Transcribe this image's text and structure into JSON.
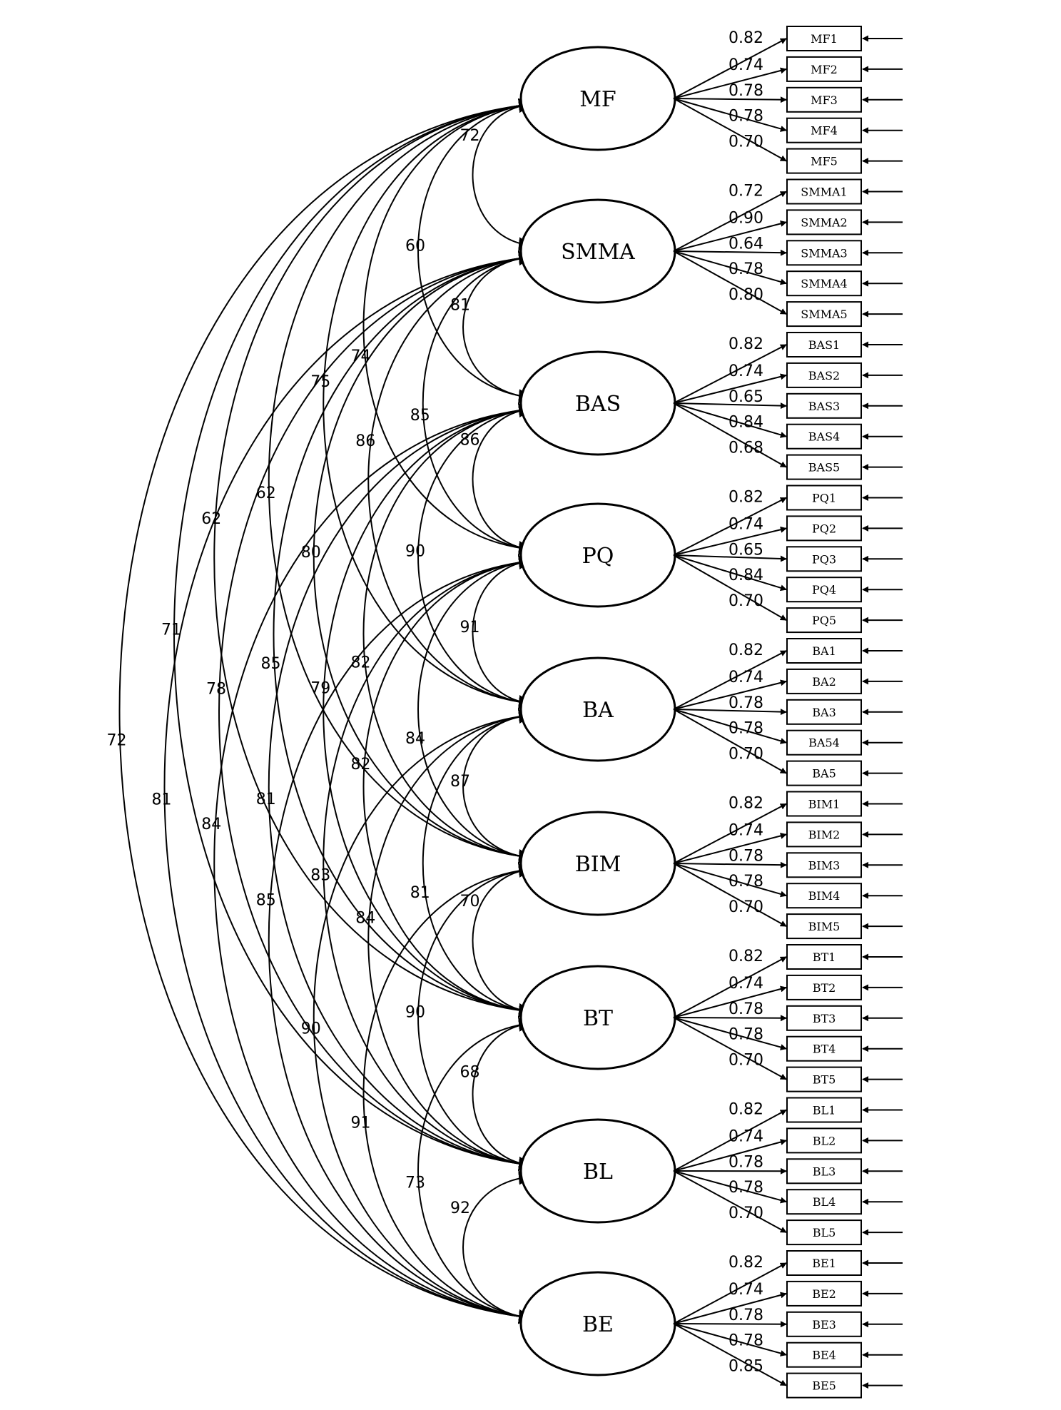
{
  "latents": [
    {
      "name": "MF",
      "indicators": [
        "MF1",
        "MF2",
        "MF3",
        "MF4",
        "MF5"
      ],
      "loadings": [
        "0.82",
        "0.74",
        "0.78",
        "0.78",
        "0.70"
      ]
    },
    {
      "name": "SMMA",
      "indicators": [
        "SMMA1",
        "SMMA2",
        "SMMA3",
        "SMMA4",
        "SMMA5"
      ],
      "loadings": [
        "0.72",
        "0.90",
        "0.64",
        "0.78",
        "0.80"
      ]
    },
    {
      "name": "BAS",
      "indicators": [
        "BAS1",
        "BAS2",
        "BAS3",
        "BAS4",
        "BAS5"
      ],
      "loadings": [
        "0.82",
        "0.74",
        "0.65",
        "0.84",
        "0.68"
      ]
    },
    {
      "name": "PQ",
      "indicators": [
        "PQ1",
        "PQ2",
        "PQ3",
        "PQ4",
        "PQ5"
      ],
      "loadings": [
        "0.82",
        "0.74",
        "0.65",
        "0.84",
        "0.70"
      ]
    },
    {
      "name": "BA",
      "indicators": [
        "BA1",
        "BA2",
        "BA3",
        "BA54",
        "BA5"
      ],
      "loadings": [
        "0.82",
        "0.74",
        "0.78",
        "0.78",
        "0.70"
      ]
    },
    {
      "name": "BIM",
      "indicators": [
        "BIM1",
        "BIM2",
        "BIM3",
        "BIM4",
        "BIM5"
      ],
      "loadings": [
        "0.82",
        "0.74",
        "0.78",
        "0.78",
        "0.70"
      ]
    },
    {
      "name": "BT",
      "indicators": [
        "BT1",
        "BT2",
        "BT3",
        "BT4",
        "BT5"
      ],
      "loadings": [
        "0.82",
        "0.74",
        "0.78",
        "0.78",
        "0.70"
      ]
    },
    {
      "name": "BL",
      "indicators": [
        "BL1",
        "BL2",
        "BL3",
        "BL4",
        "BL5"
      ],
      "loadings": [
        "0.82",
        "0.74",
        "0.78",
        "0.78",
        "0.70"
      ]
    },
    {
      "name": "BE",
      "indicators": [
        "BE1",
        "BE2",
        "BE3",
        "BE4",
        "BE5"
      ],
      "loadings": [
        "0.82",
        "0.74",
        "0.78",
        "0.78",
        "0.85"
      ]
    }
  ],
  "correlations": [
    {
      "from": "MF",
      "to": "SMMA",
      "value": "72"
    },
    {
      "from": "MF",
      "to": "BAS",
      "value": "60"
    },
    {
      "from": "MF",
      "to": "PQ",
      "value": "74"
    },
    {
      "from": "MF",
      "to": "BA",
      "value": "75"
    },
    {
      "from": "MF",
      "to": "BIM",
      "value": "62"
    },
    {
      "from": "MF",
      "to": "BT",
      "value": "62"
    },
    {
      "from": "MF",
      "to": "BL",
      "value": "71"
    },
    {
      "from": "MF",
      "to": "BE",
      "value": "72"
    },
    {
      "from": "SMMA",
      "to": "BAS",
      "value": "81"
    },
    {
      "from": "SMMA",
      "to": "PQ",
      "value": "85"
    },
    {
      "from": "SMMA",
      "to": "BA",
      "value": "86"
    },
    {
      "from": "SMMA",
      "to": "BIM",
      "value": "80"
    },
    {
      "from": "SMMA",
      "to": "BT",
      "value": "85"
    },
    {
      "from": "SMMA",
      "to": "BL",
      "value": "78"
    },
    {
      "from": "SMMA",
      "to": "BE",
      "value": "81"
    },
    {
      "from": "BAS",
      "to": "PQ",
      "value": "86"
    },
    {
      "from": "BAS",
      "to": "BA",
      "value": "90"
    },
    {
      "from": "BAS",
      "to": "BIM",
      "value": "82"
    },
    {
      "from": "BAS",
      "to": "BT",
      "value": "79"
    },
    {
      "from": "BAS",
      "to": "BL",
      "value": "81"
    },
    {
      "from": "BAS",
      "to": "BE",
      "value": "84"
    },
    {
      "from": "PQ",
      "to": "BA",
      "value": "91"
    },
    {
      "from": "PQ",
      "to": "BIM",
      "value": "84"
    },
    {
      "from": "PQ",
      "to": "BT",
      "value": "82"
    },
    {
      "from": "PQ",
      "to": "BL",
      "value": "83"
    },
    {
      "from": "PQ",
      "to": "BE",
      "value": "85"
    },
    {
      "from": "BA",
      "to": "BIM",
      "value": "87"
    },
    {
      "from": "BA",
      "to": "BT",
      "value": "81"
    },
    {
      "from": "BA",
      "to": "BL",
      "value": "84"
    },
    {
      "from": "BA",
      "to": "BE",
      "value": "90"
    },
    {
      "from": "BIM",
      "to": "BT",
      "value": "70"
    },
    {
      "from": "BIM",
      "to": "BL",
      "value": "90"
    },
    {
      "from": "BIM",
      "to": "BE",
      "value": "91"
    },
    {
      "from": "BT",
      "to": "BL",
      "value": "68"
    },
    {
      "from": "BT",
      "to": "BE",
      "value": "73"
    },
    {
      "from": "BL",
      "to": "BE",
      "value": "92"
    }
  ]
}
